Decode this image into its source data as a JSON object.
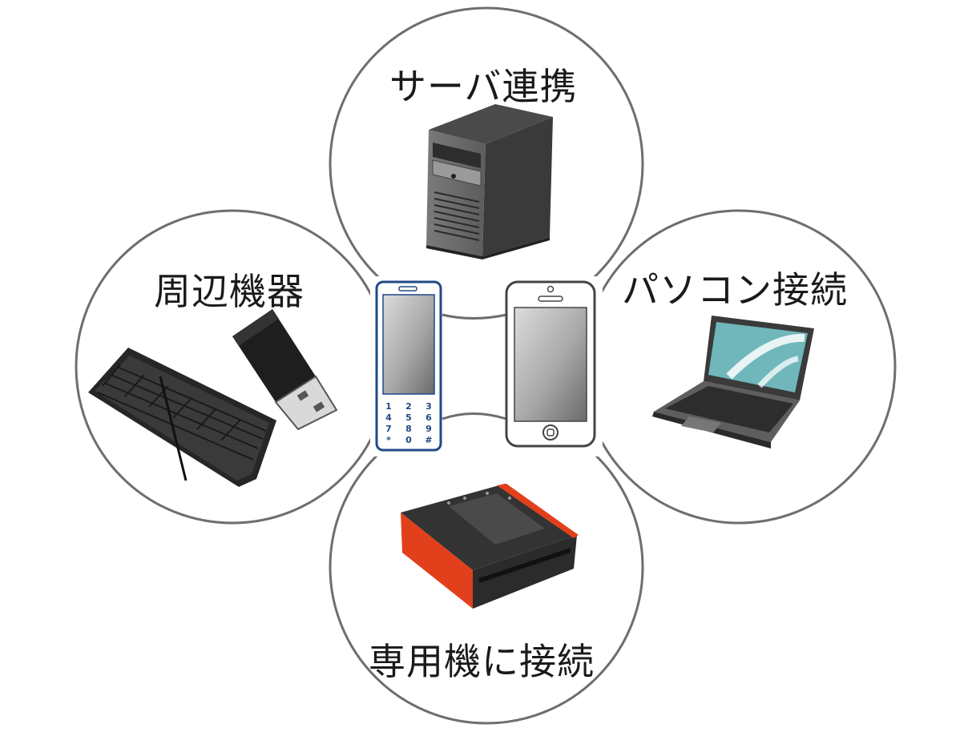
{
  "labels": {
    "server": "サーバ連携",
    "peripherals": "周辺機器",
    "pc": "パソコン接続",
    "dedicated": "専用機に接続"
  },
  "feature_phone_keys": [
    "1",
    "2",
    "3",
    "4",
    "5",
    "6",
    "7",
    "8",
    "9",
    "*",
    "0",
    "#"
  ],
  "colors": {
    "circle_stroke": "#6e6e6e",
    "phone_blue": "#1f4a86",
    "printer_orange": "#e2401c",
    "laptop_screen": "#6fb7ba"
  }
}
